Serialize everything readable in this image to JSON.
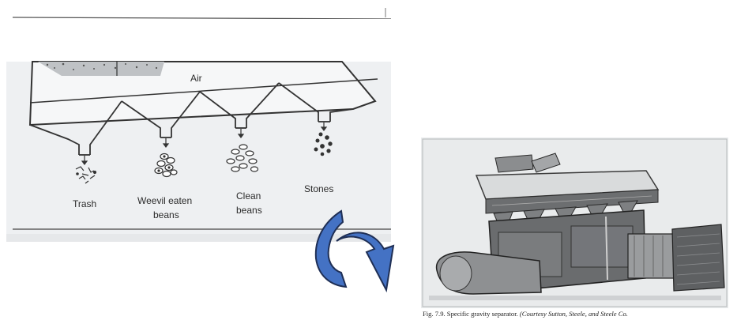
{
  "left_diagram": {
    "air_label": "Air",
    "bins": [
      {
        "label_lines": [
          "Trash"
        ]
      },
      {
        "label_lines": [
          "Weevil eaten",
          "beans"
        ]
      },
      {
        "label_lines": [
          "Clean",
          "beans"
        ]
      },
      {
        "label_lines": [
          "Stones"
        ]
      }
    ]
  },
  "arrow": {
    "fill": "#4472c4",
    "stroke": "#1f2f55"
  },
  "figure": {
    "caption_main": "Fig. 7.9.  Specific gravity separator.",
    "caption_credit": "(Courtesy Sutton, Steele, and Steele Co."
  }
}
